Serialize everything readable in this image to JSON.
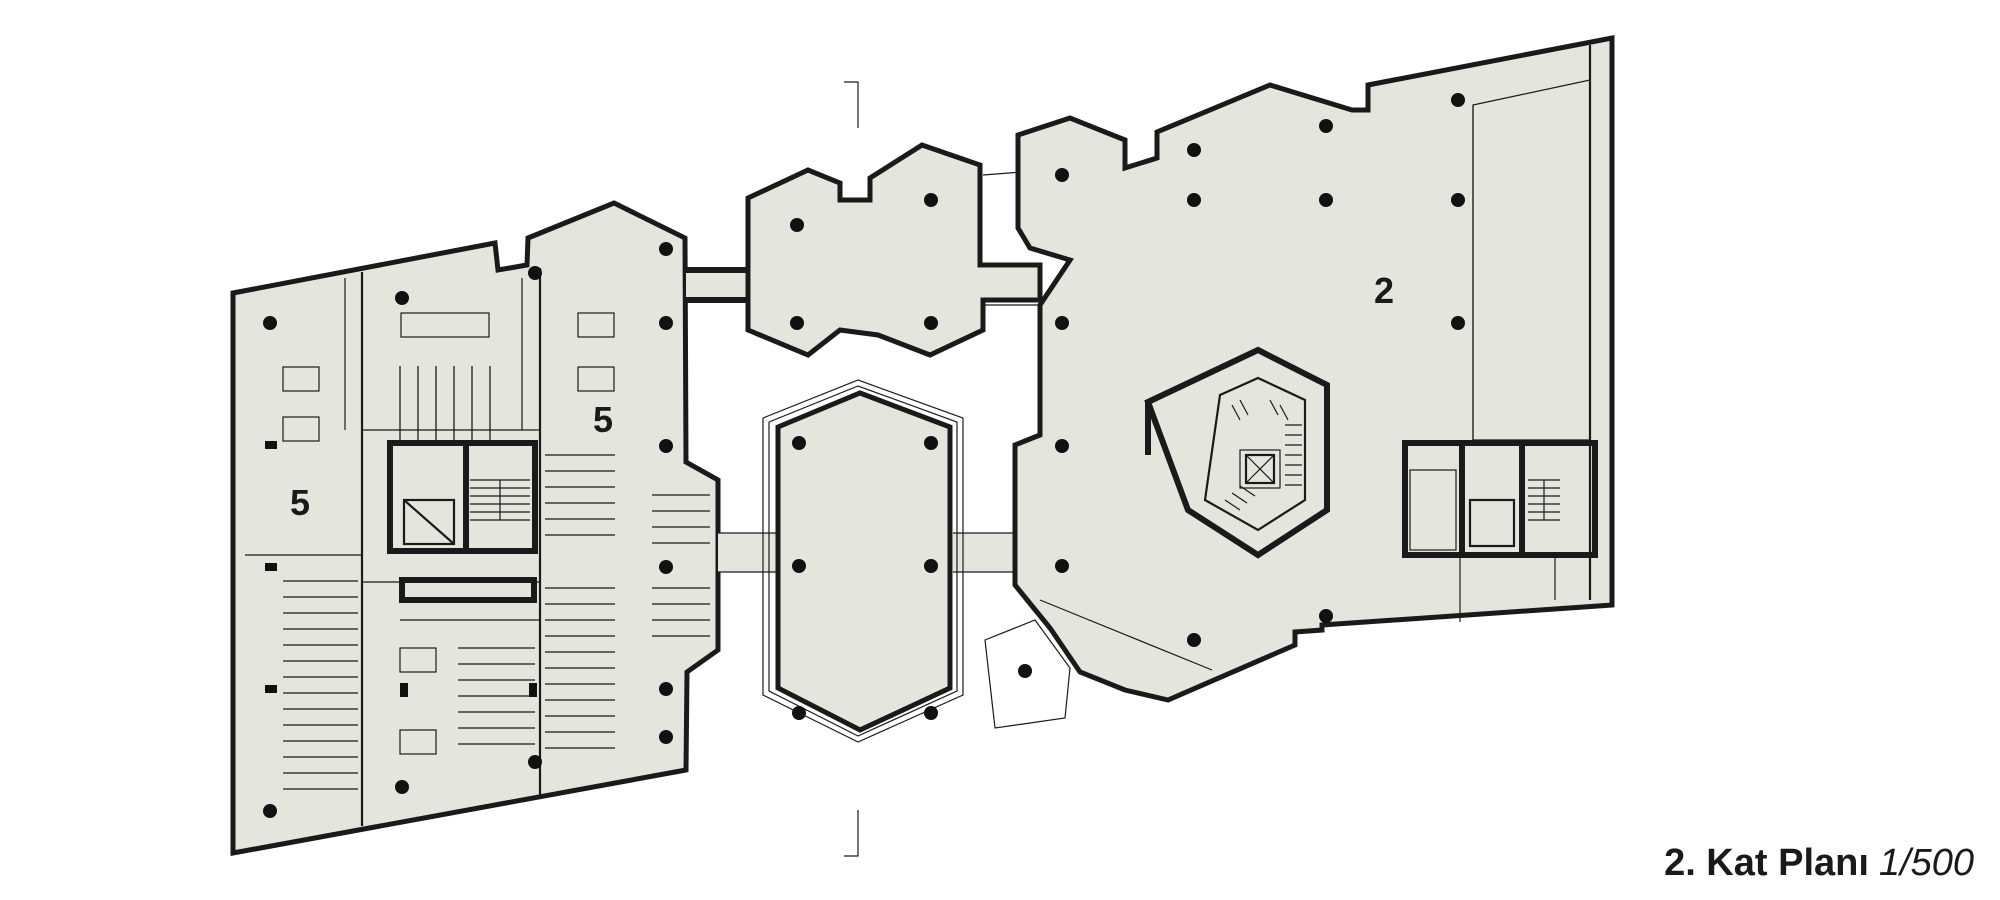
{
  "plan": {
    "zones": [
      {
        "id": "left-west",
        "label": "5"
      },
      {
        "id": "left-east",
        "label": "5"
      },
      {
        "id": "right",
        "label": "2"
      }
    ]
  },
  "caption": {
    "title": "2. Kat Planı",
    "scale": "1/500"
  },
  "colors": {
    "floor": "#e6e5dd",
    "wall": "#1a1a1a",
    "background": "#ffffff"
  }
}
